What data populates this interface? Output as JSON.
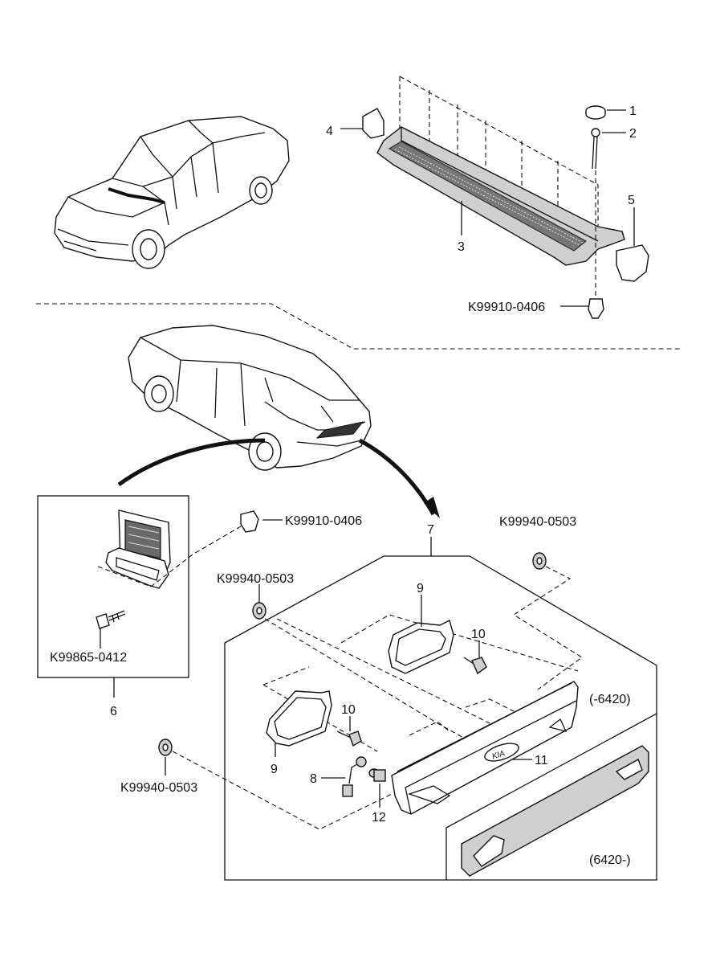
{
  "callouts": {
    "c1": "1",
    "c2": "2",
    "c3": "3",
    "c4": "4",
    "c5": "5",
    "c6": "6",
    "c7": "7",
    "c8": "8",
    "c9a": "9",
    "c9b": "9",
    "c10a": "10",
    "c10b": "10",
    "c11": "11",
    "c12": "12"
  },
  "part_numbers": {
    "clip_top": "K99910-0406",
    "clip_inset": "K99910-0406",
    "screw_inset": "K99865-0412",
    "nut_right": "K99940-0503",
    "nut_mid": "K99940-0503",
    "nut_left": "K99940-0503"
  },
  "variants": {
    "before": "(-6420)",
    "after": "(6420-)"
  },
  "emblem_text": "KIA"
}
